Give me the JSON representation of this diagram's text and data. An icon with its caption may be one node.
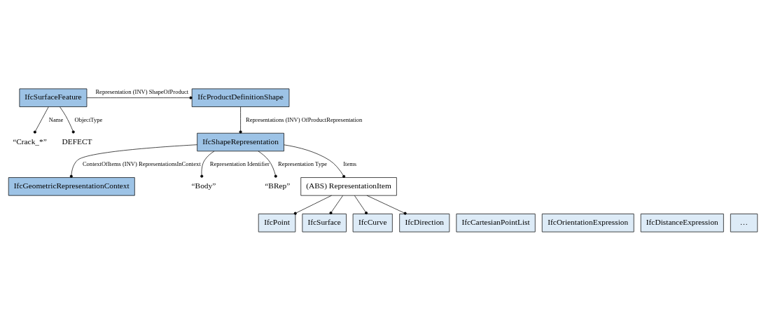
{
  "diagram": {
    "nodes": [
      {
        "text": [
          "IfcProductDefinitionShape"
        ]
      },
      {
        "text": [
          "IfcSurfaceFeature"
        ]
      },
      {
        "text": [
          "“Crack_*”"
        ]
      },
      {
        "text": [
          "DEFECT"
        ]
      },
      {
        "text": [
          "IfcShapeRepresentation"
        ]
      },
      {
        "text": [
          "IfcGeometricRepresentationContext"
        ]
      },
      {
        "text": [
          "“Body”"
        ]
      },
      {
        "text": [
          "“BRep”"
        ]
      },
      {
        "text": [
          "(ABS) RepresentationItem"
        ]
      },
      {
        "text": [
          "IfcPoint"
        ]
      },
      {
        "text": [
          "IfcCartesianPointList"
        ]
      },
      {
        "text": [
          "IfcSurface"
        ]
      },
      {
        "text": [
          "IfcOrientationExpression"
        ]
      },
      {
        "text": [
          "IfcCurve"
        ]
      },
      {
        "text": [
          "IfcDistanceExpression"
        ]
      },
      {
        "text": [
          "IfcDirection"
        ]
      },
      {
        "text": [
          "…"
        ]
      }
    ],
    "edges": [
      {
        "from": 1,
        "to": 0,
        "arrow": "other",
        "label": "Representation (INV) ShapeOfProduct"
      },
      {
        "from": 1,
        "to": 2,
        "arrow": "other",
        "label": "Name"
      },
      {
        "from": 1,
        "to": 3,
        "arrow": "other",
        "label": "ObjectType"
      },
      {
        "from": 0,
        "to": 4,
        "arrow": "other",
        "label": "Representations (INV) OfProductRepresentation"
      },
      {
        "from": 4,
        "to": 5,
        "arrow": "other",
        "label": "ContextOfItems (INV) RepresentationsInContext"
      },
      {
        "from": 4,
        "to": 6,
        "arrow": "other",
        "label": "Representation Identifier"
      },
      {
        "from": 4,
        "to": 7,
        "arrow": "other",
        "label": "Representation Type"
      },
      {
        "from": 4,
        "to": 8,
        "arrow": "other",
        "label": "Items"
      },
      {
        "from": 8,
        "to": 9,
        "arrow": "other"
      },
      {
        "from": 8,
        "to": 11,
        "arrow": "other"
      },
      {
        "from": 8,
        "to": 13,
        "arrow": "other"
      },
      {
        "from": 8,
        "to": 15,
        "arrow": "other"
      }
    ]
  }
}
